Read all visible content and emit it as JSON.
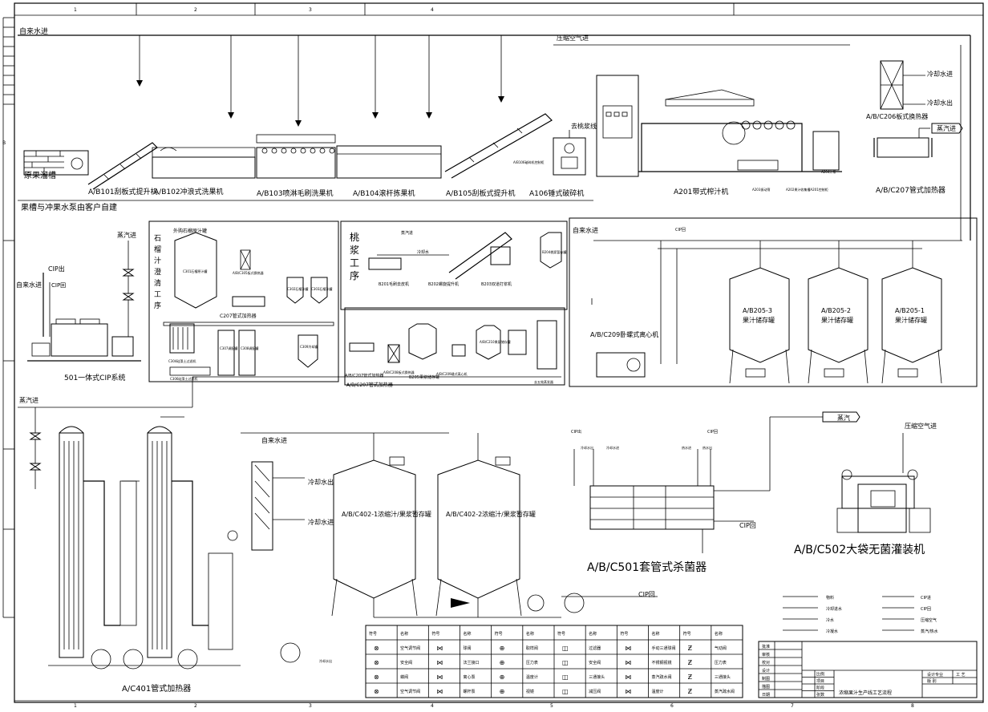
{
  "drawing": {
    "title": "浓缩果汁生产线工艺流程",
    "grid_top": [
      "1",
      "2",
      "3",
      "4"
    ],
    "grid_bottom": [
      "1",
      "2",
      "3",
      "4",
      "5",
      "6",
      "7",
      "8"
    ],
    "side_letter": "B"
  },
  "top_line": {
    "tap_water_in": "自来水进",
    "compressed_air": "压缩空气进",
    "cooling_water_in": "冷却水进",
    "cooling_water_out": "冷却水出",
    "steam_in": "蒸汽进",
    "upper_puree_line": "去桃浆线",
    "fruit_tank": "原果溜槽",
    "fruit_pump_note": "果槽与冲果水泵由客户自建",
    "a101": "A/B101刮板式提升机",
    "a102": "A/B102冲浪式洗果机",
    "a103": "A/B103喷淋毛刷洗果机",
    "a104": "A/B104滚杆拣果机",
    "a105": "A/B105刮板式提升机",
    "a106": "A106锤式破碎机",
    "a201": "A201带式榨汁机",
    "a206": "A/B/C206板式换热器",
    "a207": "A/B/C207管式加热器",
    "small_labels": [
      "A203振动筛",
      "A202果汁收集槽A201控制柜",
      "A204汁泵",
      "A/B106破碎机控制柜"
    ]
  },
  "middle": {
    "cip_out": "CIP出",
    "cip_back": "CIP回",
    "tap_water_in": "自来水进",
    "steam_in": "蒸汽进",
    "cip_system": "501一体式CIP系统",
    "pomegranate_process": "石榴汁澄清工序",
    "pomegranate_tank": "外购石榴原汁罐",
    "pomegranate_labels": [
      "C301石榴原汁罐",
      "A/B/C305板式换热器",
      "C302石榴汁罐",
      "C303石榴汁罐",
      "C207管式加热器",
      "C304硅藻土过滤机",
      "C306硅藻土过滤机",
      "C307调配罐",
      "C308调配罐",
      "C309冷却罐"
    ],
    "peach_process": "桃浆工序",
    "peach_labels": [
      "B201毛刷去皮机",
      "B202螺旋提升机",
      "B203双道打浆机",
      "B204桃浆暂存罐",
      "蒸汽进",
      "冷却水"
    ],
    "peach_bottom": [
      "A/B/C207管式加热器",
      "A/B/C208板式换热器",
      "B205果浆储存罐",
      "A/B/C209碟式离心机",
      "A/B/C210果浆储存罐",
      "去五效蒸发器"
    ],
    "tubular_heater": "A/B/C207管式加热器",
    "centrifuge": "A/B/C209卧螺式离心机",
    "tank3": "A/B205-3果汁储存罐",
    "tank2": "A/B205-2果汁储存罐",
    "tank1": "A/B205-1果汁储存罐",
    "cip_tags": [
      "CIP回",
      "CIP出"
    ]
  },
  "bottom": {
    "steam_in": "蒸汽进",
    "tap_water_in": "自来水进",
    "cooling_water_out": "冷却水出",
    "cooling_water_in": "冷却水进",
    "a401": "A/C401管式加热器",
    "tank402_1": "A/B/C402-1浓缩汁/果浆暂存罐",
    "tank402_2": "A/B/C402-2浓缩汁/果浆暂存罐",
    "cip_back": "CIP回",
    "cip_out": "CIP出",
    "sterilizer": "A/B/C501套管式杀菌器",
    "filler": "A/B/C502大袋无菌灌装机",
    "steam": "蒸汽",
    "compressed_air": "压缩空气进",
    "sterilizer_tags": [
      "冷却水出",
      "冷却水进",
      "热水进",
      "热水出",
      "CIP出",
      "CIP回"
    ],
    "drain": "冷却水出"
  },
  "legend": {
    "headers": [
      "符号",
      "名称",
      "符号",
      "名称",
      "符号",
      "名称",
      "符号",
      "名称",
      "符号",
      "名称",
      "符号",
      "名称"
    ],
    "rows": [
      [
        "空气调节阀",
        "球阀",
        "取样阀",
        "过滤器",
        "手动三通球阀",
        "气动阀"
      ],
      [
        "安全阀",
        "法兰接口",
        "压力表",
        "安全阀",
        "不锈钢视镜",
        "压力表"
      ],
      [
        "蝶阀",
        "离心泵",
        "温度计",
        "三通接头",
        "蒸汽疏水阀",
        "三通接头"
      ],
      [
        "空气调节阀",
        "螺杆泵",
        "视镜",
        "减压阀",
        "温度计",
        "蒸汽疏水阀"
      ]
    ],
    "symbols": [
      "⊗",
      "⋈",
      "⊕",
      "◫",
      "⋈",
      "Ƶ"
    ]
  },
  "line_legend": {
    "left": [
      "物料",
      "冷却进水",
      "冷水",
      "冷凝水"
    ],
    "right": [
      "CIP进",
      "CIP回",
      "压缩空气",
      "蒸汽/热水"
    ]
  },
  "title_block": {
    "roles": [
      "批准",
      "审核",
      "校对",
      "设计",
      "制图",
      "描图",
      "日期"
    ],
    "roles2": [
      "比例",
      "项目",
      "阶段",
      "张数"
    ],
    "design_spec": "设计专业",
    "spec_value": "工 艺",
    "version": "版  别",
    "drawing_name": "浓缩果汁生产线工艺流程"
  }
}
